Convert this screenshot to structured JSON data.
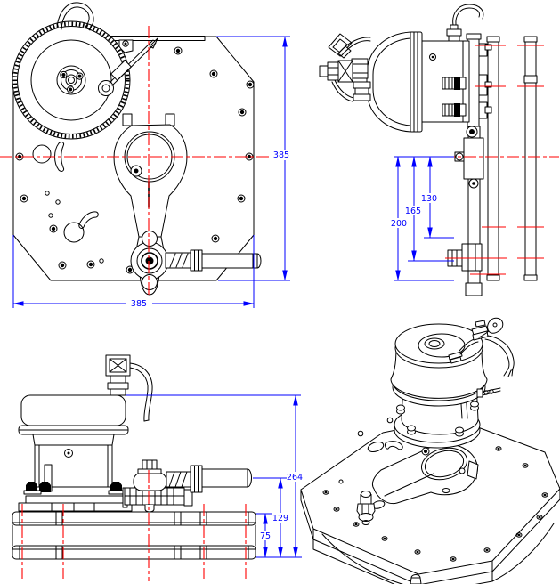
{
  "views": {
    "front": {
      "dimensions": {
        "width": "385",
        "height": "385"
      }
    },
    "side": {
      "dimensions": {
        "inner": "130",
        "middle": "165",
        "outer": "200"
      }
    },
    "elevation": {
      "dimensions": {
        "overall_height": "264",
        "shaft_center_height": "129",
        "base_height": "75"
      }
    },
    "isometric": {}
  },
  "colors": {
    "dimension": "#0000ff",
    "centerline": "#ff0000",
    "line": "#000000",
    "background": "#ffffff"
  }
}
